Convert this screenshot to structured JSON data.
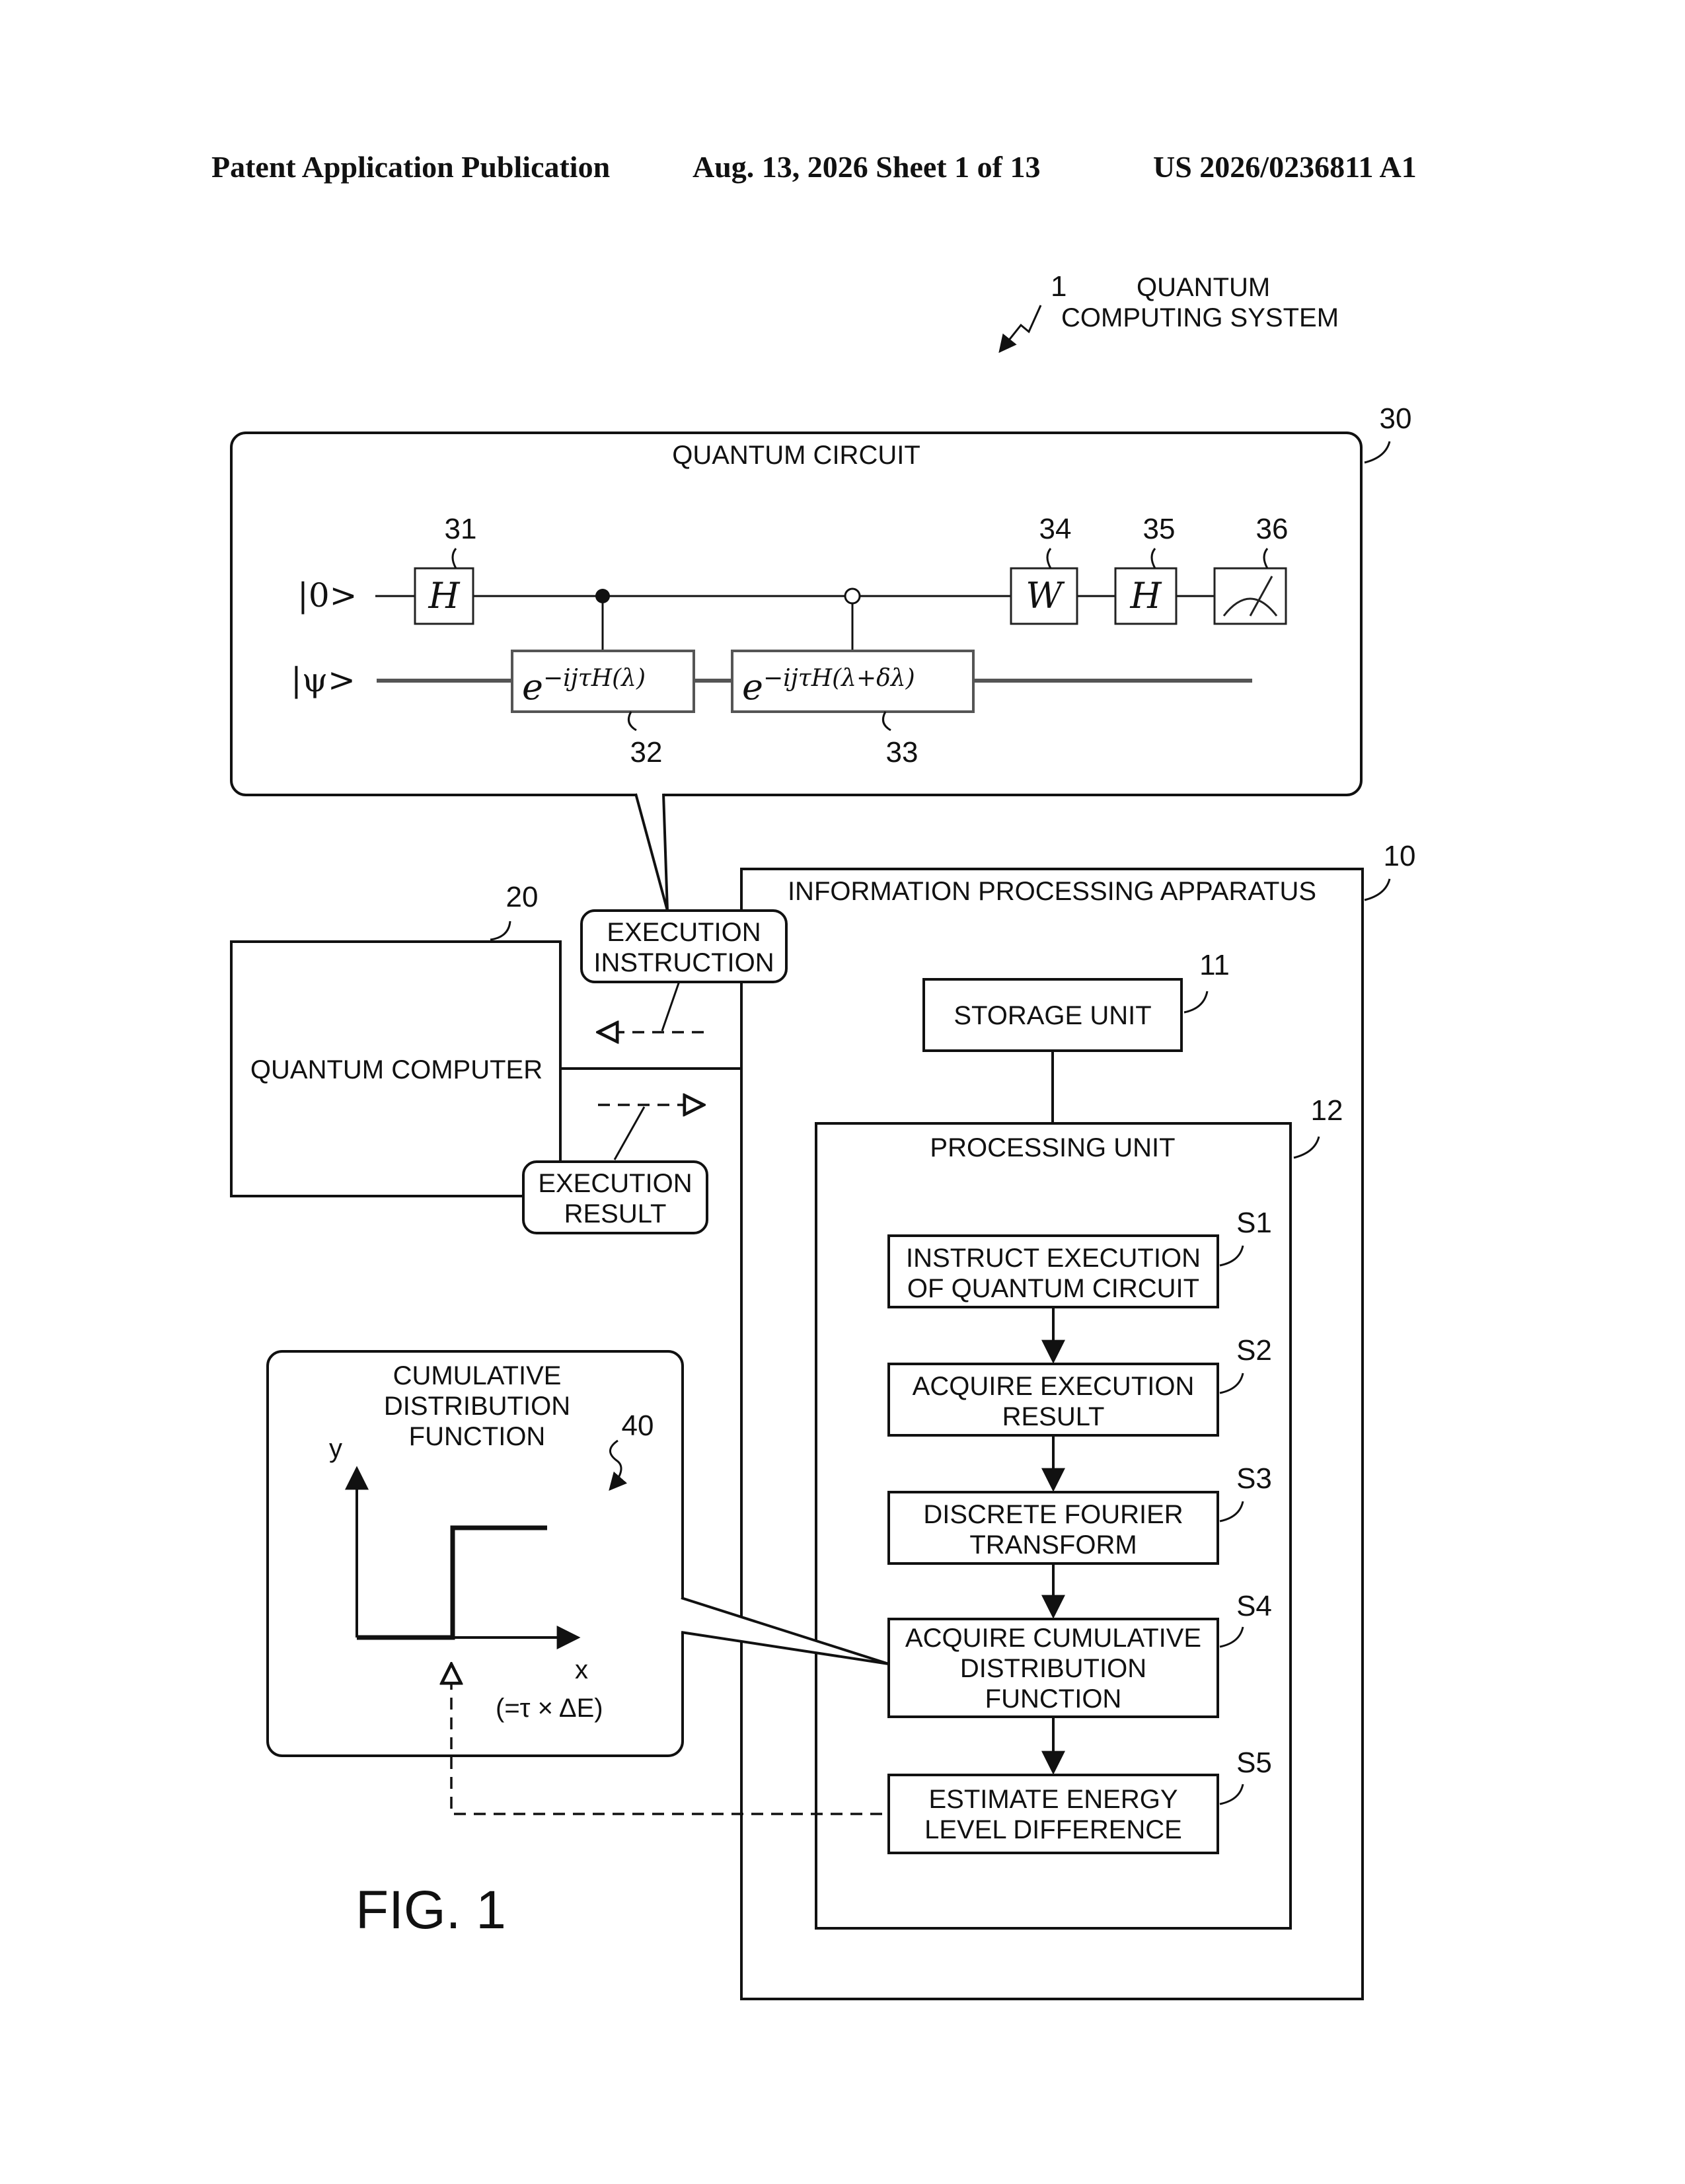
{
  "header": {
    "publication": "Patent Application Publication",
    "date_sheet": "Aug. 13, 2026  Sheet 1 of 13",
    "number": "US 2026/0236811 A1"
  },
  "system": {
    "ref": "1",
    "label_line1": "QUANTUM",
    "label_line2": "COMPUTING SYSTEM"
  },
  "circuit": {
    "ref": "30",
    "title": "QUANTUM CIRCUIT",
    "qubit_ket": "|0>",
    "state_ket": "|ψ>",
    "gates": {
      "h1": {
        "ref": "31",
        "symbol": "H"
      },
      "u1": {
        "ref": "32",
        "base": "e",
        "exponent": "−ijτH(λ)"
      },
      "u2": {
        "ref": "33",
        "base": "e",
        "exponent": "−ijτH(λ+δλ)"
      },
      "w": {
        "ref": "34",
        "symbol": "W"
      },
      "h2": {
        "ref": "35",
        "symbol": "H"
      },
      "meter": {
        "ref": "36"
      }
    }
  },
  "apparatus": {
    "ref": "10",
    "title": "INFORMATION PROCESSING APPARATUS"
  },
  "computer": {
    "ref": "20",
    "label": "QUANTUM COMPUTER"
  },
  "callouts": {
    "execution_instruction": {
      "line1": "EXECUTION",
      "line2": "INSTRUCTION"
    },
    "execution_result": {
      "line1": "EXECUTION",
      "line2": "RESULT"
    }
  },
  "storage": {
    "ref": "11",
    "label": "STORAGE UNIT"
  },
  "processing": {
    "ref": "12",
    "title": "PROCESSING UNIT"
  },
  "steps": [
    {
      "ref": "S1",
      "lines": [
        "INSTRUCT EXECUTION",
        "OF QUANTUM CIRCUIT"
      ]
    },
    {
      "ref": "S2",
      "lines": [
        "ACQUIRE EXECUTION",
        "RESULT"
      ]
    },
    {
      "ref": "S3",
      "lines": [
        "DISCRETE FOURIER",
        "TRANSFORM"
      ]
    },
    {
      "ref": "S4",
      "lines": [
        "ACQUIRE CUMULATIVE",
        "DISTRIBUTION",
        "FUNCTION"
      ]
    },
    {
      "ref": "S5",
      "lines": [
        "ESTIMATE ENERGY",
        "LEVEL DIFFERENCE"
      ]
    }
  ],
  "cdf": {
    "ref": "40",
    "title_lines": [
      "CUMULATIVE",
      "DISTRIBUTION",
      "FUNCTION"
    ],
    "y_label": "y",
    "x_label": "x",
    "x_note": "(=τ × ΔE)"
  },
  "figure_label": "FIG. 1"
}
